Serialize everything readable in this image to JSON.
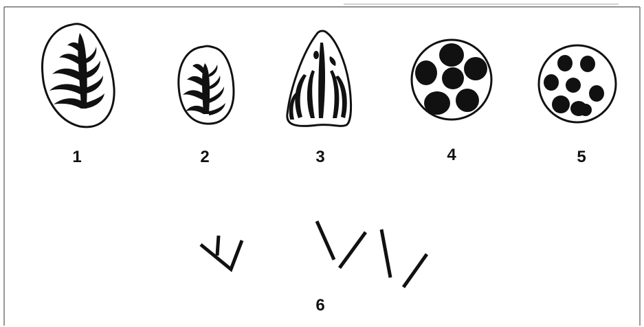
{
  "colors": {
    "ink": "#111111",
    "paper": "#ffffff",
    "frame": "#555555"
  },
  "figures": [
    {
      "label": "1",
      "icon": "leaf-branch-icon"
    },
    {
      "label": "2",
      "icon": "leaf-branch-icon"
    },
    {
      "label": "3",
      "icon": "leaf-branch-icon"
    },
    {
      "label": "4",
      "icon": "circle-dots-icon"
    },
    {
      "label": "5",
      "icon": "circle-dots-icon"
    },
    {
      "label": "6",
      "icon": "line-strokes-icon"
    }
  ]
}
